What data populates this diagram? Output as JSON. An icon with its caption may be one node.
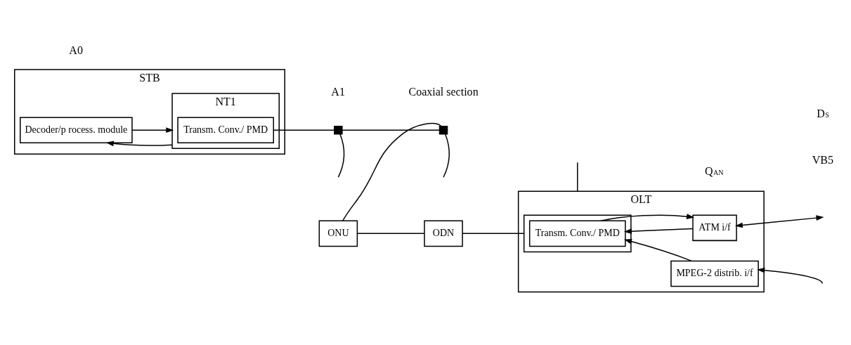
{
  "diagram": {
    "nodes": [
      {
        "text": [
          "STB"
        ]
      },
      {
        "text": [
          "Decoder/p rocess. module"
        ],
        "in": 0
      },
      {
        "text": [
          "NT1"
        ],
        "in": 0
      },
      {
        "text": [
          "Transm. Conv./ PMD"
        ],
        "in": 2
      },
      {
        "text": [
          "ONU"
        ]
      },
      {
        "text": [
          "ODN"
        ]
      },
      {
        "text": [
          "OLT"
        ]
      },
      {
        "text": [],
        "shape": "box",
        "in": 6
      },
      {
        "text": [
          "Transm. Conv./ PMD"
        ],
        "in": 7
      },
      {
        "text": [
          "ATM i/f"
        ],
        "in": 6
      },
      {
        "text": [
          "MPEG-2 distrib. i/f"
        ],
        "in": 6
      },
      {
        "text": [],
        "shape": "box"
      },
      {
        "text": [],
        "shape": "box"
      }
    ],
    "edges": [
      {
        "from": 1,
        "to": 2,
        "arrow": "to"
      },
      {
        "from": 2,
        "to": 1,
        "arrow": "to"
      },
      {
        "from": 3,
        "to": 11,
        "arrow": "none"
      },
      {
        "from": 11,
        "to": 12,
        "arrow": "none"
      },
      {
        "from": 12,
        "to": 4,
        "arrow": "none"
      },
      {
        "from": null,
        "to": 11,
        "arrow": "none"
      },
      {
        "from": null,
        "to": 12,
        "arrow": "none"
      },
      {
        "from": 4,
        "to": 5,
        "arrow": "none"
      },
      {
        "from": 5,
        "to": 7,
        "arrow": "none"
      },
      {
        "from": 9,
        "to": 8,
        "arrow": "to"
      },
      {
        "from": 8,
        "to": 9,
        "arrow": "to"
      },
      {
        "from": 10,
        "to": 8,
        "arrow": "to"
      },
      {
        "from": 9,
        "to": null,
        "arrow": "both"
      },
      {
        "from": null,
        "to": 10,
        "arrow": "to"
      },
      {
        "from": null,
        "to": 6,
        "arrow": "none"
      }
    ],
    "labels": [
      "Q$_{AN}$",
      "A1",
      "VB5",
      "A0",
      "Coaxial section",
      "D$_{S}$"
    ]
  }
}
